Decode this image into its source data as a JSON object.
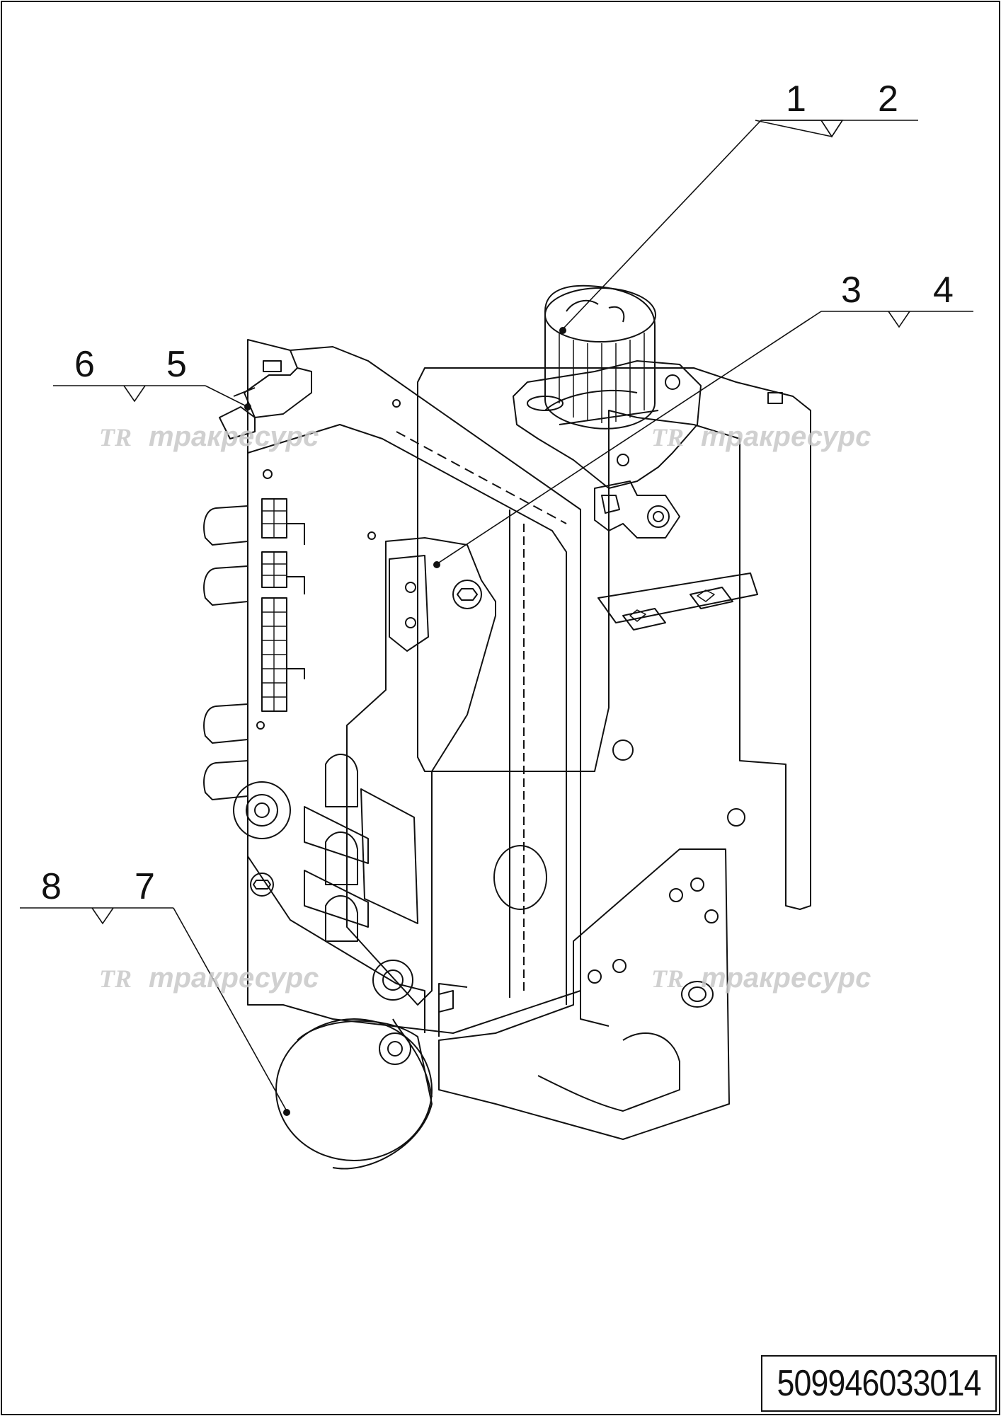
{
  "drawing": {
    "callouts": [
      {
        "id": "1",
        "label": "1"
      },
      {
        "id": "2",
        "label": "2"
      },
      {
        "id": "3",
        "label": "3"
      },
      {
        "id": "4",
        "label": "4"
      },
      {
        "id": "5",
        "label": "5"
      },
      {
        "id": "6",
        "label": "6"
      },
      {
        "id": "7",
        "label": "7"
      },
      {
        "id": "8",
        "label": "8"
      }
    ],
    "watermark_text": "тракресурс",
    "watermark_logo": "TR",
    "part_number": "509946033014",
    "colors": {
      "line": "#111111",
      "watermark": "#c8c8c8",
      "background": "#ffffff"
    }
  }
}
